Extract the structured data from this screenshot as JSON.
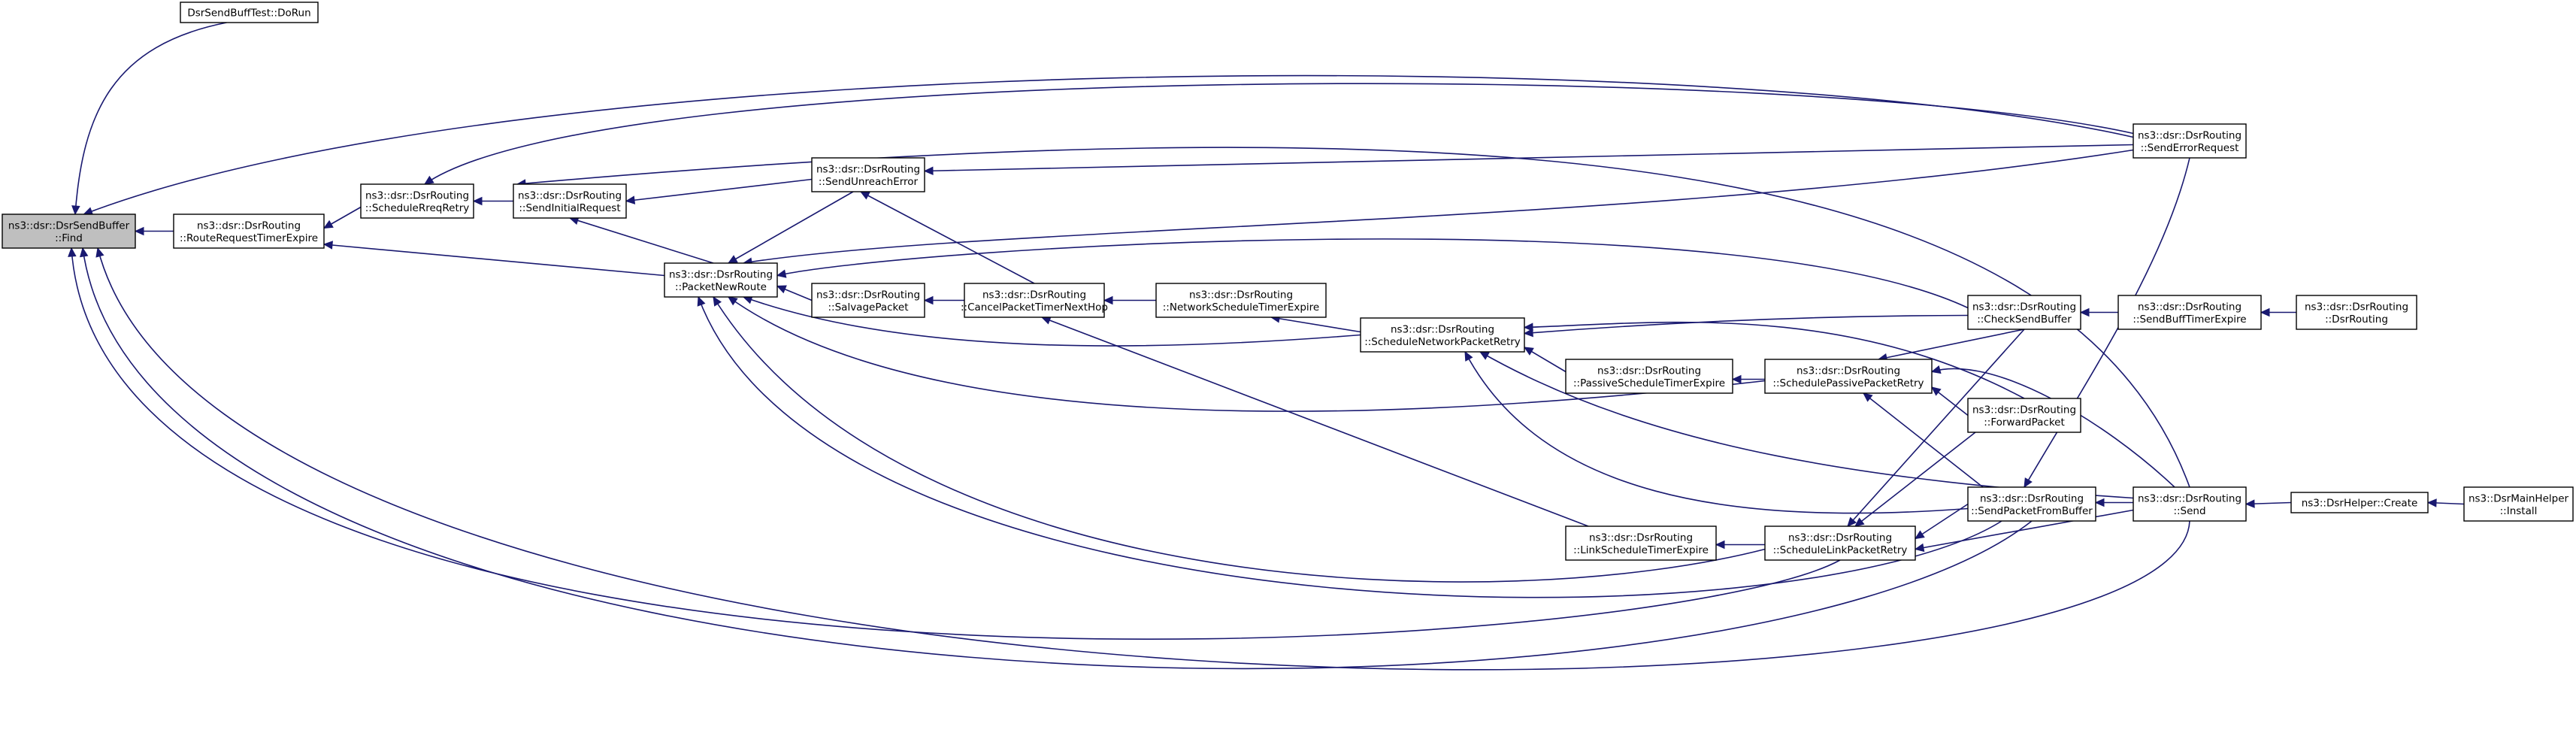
{
  "graph": {
    "nodes": [
      {
        "id": "find",
        "lines": [
          "ns3::dsr::DsrSendBuffer",
          "::Find"
        ],
        "highlight": true
      },
      {
        "id": "dorun",
        "lines": [
          "DsrSendBuffTest::DoRun"
        ]
      },
      {
        "id": "rrte",
        "lines": [
          "ns3::dsr::DsrRouting",
          "::RouteRequestTimerExpire"
        ]
      },
      {
        "id": "srr",
        "lines": [
          "ns3::dsr::DsrRouting",
          "::ScheduleRreqRetry"
        ]
      },
      {
        "id": "sir",
        "lines": [
          "ns3::dsr::DsrRouting",
          "::SendInitialRequest"
        ]
      },
      {
        "id": "pnr",
        "lines": [
          "ns3::dsr::DsrRouting",
          "::PacketNewRoute"
        ]
      },
      {
        "id": "sue",
        "lines": [
          "ns3::dsr::DsrRouting",
          "::SendUnreachError"
        ]
      },
      {
        "id": "salv",
        "lines": [
          "ns3::dsr::DsrRouting",
          "::SalvagePacket"
        ]
      },
      {
        "id": "cptnh",
        "lines": [
          "ns3::dsr::DsrRouting",
          "::CancelPacketTimerNextHop"
        ]
      },
      {
        "id": "nste",
        "lines": [
          "ns3::dsr::DsrRouting",
          "::NetworkScheduleTimerExpire"
        ]
      },
      {
        "id": "snpr",
        "lines": [
          "ns3::dsr::DsrRouting",
          "::ScheduleNetworkPacketRetry"
        ]
      },
      {
        "id": "pste",
        "lines": [
          "ns3::dsr::DsrRouting",
          "::PassiveScheduleTimerExpire"
        ]
      },
      {
        "id": "sppr",
        "lines": [
          "ns3::dsr::DsrRouting",
          "::SchedulePassivePacketRetry"
        ]
      },
      {
        "id": "lste",
        "lines": [
          "ns3::dsr::DsrRouting",
          "::LinkScheduleTimerExpire"
        ]
      },
      {
        "id": "slpr",
        "lines": [
          "ns3::dsr::DsrRouting",
          "::ScheduleLinkPacketRetry"
        ]
      },
      {
        "id": "csb",
        "lines": [
          "ns3::dsr::DsrRouting",
          "::CheckSendBuffer"
        ]
      },
      {
        "id": "fwd",
        "lines": [
          "ns3::dsr::DsrRouting",
          "::ForwardPacket"
        ]
      },
      {
        "id": "spfb",
        "lines": [
          "ns3::dsr::DsrRouting",
          "::SendPacketFromBuffer"
        ]
      },
      {
        "id": "ser",
        "lines": [
          "ns3::dsr::DsrRouting",
          "::SendErrorRequest"
        ]
      },
      {
        "id": "sbte",
        "lines": [
          "ns3::dsr::DsrRouting",
          "::SendBuffTimerExpire"
        ]
      },
      {
        "id": "ctor",
        "lines": [
          "ns3::dsr::DsrRouting",
          "::DsrRouting"
        ]
      },
      {
        "id": "send",
        "lines": [
          "ns3::dsr::DsrRouting",
          "::Send"
        ]
      },
      {
        "id": "create",
        "lines": [
          "ns3::DsrHelper::Create"
        ]
      },
      {
        "id": "install",
        "lines": [
          "ns3::DsrMainHelper",
          "::Install"
        ]
      }
    ]
  }
}
